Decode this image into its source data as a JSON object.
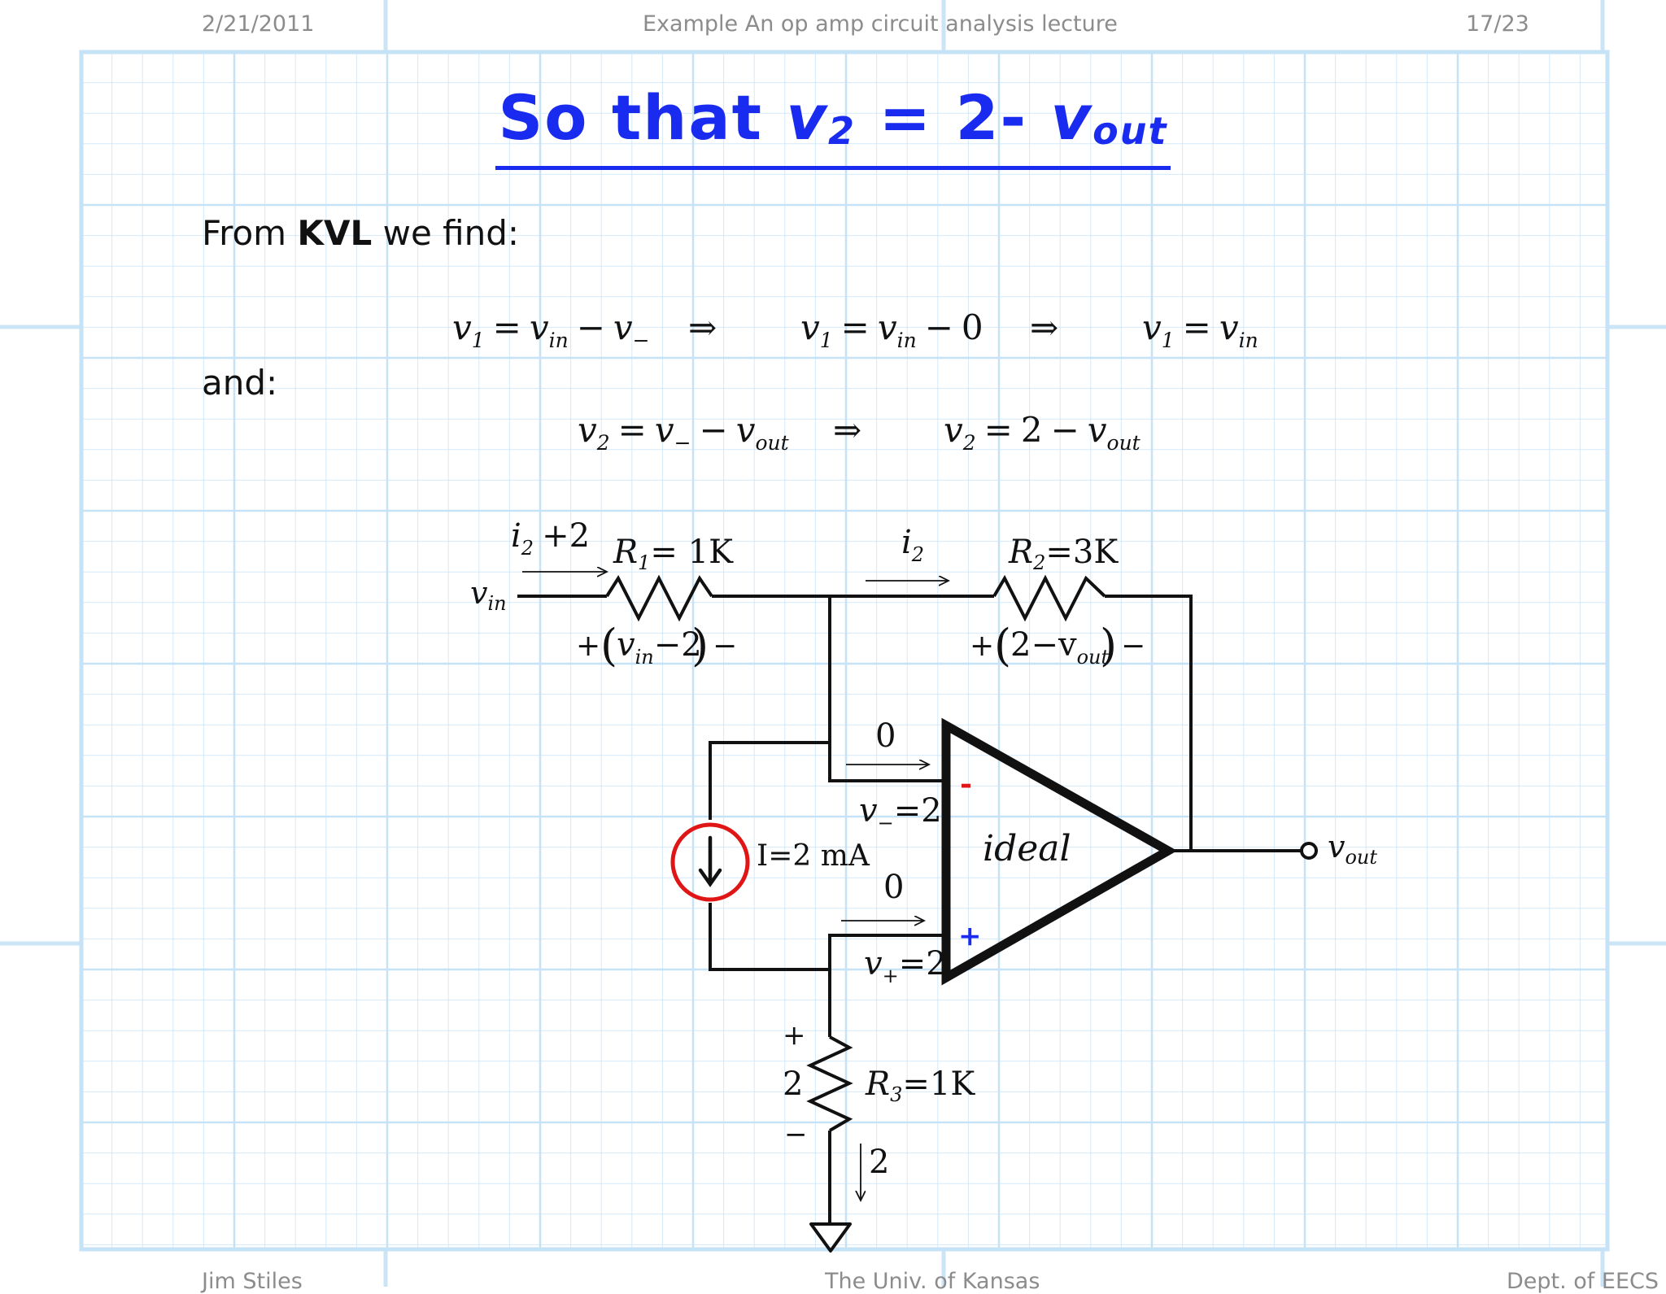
{
  "header": {
    "date": "2/21/2011",
    "lecture_title": "Example An op amp circuit analysis lecture",
    "page": "17/23"
  },
  "footer": {
    "author": "Jim Stiles",
    "university": "The Univ. of Kansas",
    "department": "Dept. of EECS"
  },
  "slide": {
    "title_prefix": "So that",
    "title_var": "v",
    "title_var_sub": "2",
    "title_eq": "= 2-",
    "title_out": "v",
    "title_out_sub": "out",
    "kvl_intro_pre": "From",
    "kvl_intro_bold": "KVL",
    "kvl_intro_post": "we find:",
    "and_label": "and:"
  },
  "circuit": {
    "vin_label": "v",
    "vin_sub": "in",
    "r1_label": "R",
    "r1_sub": "1",
    "r1_value": "= 1K",
    "r2_label": "R",
    "r2_sub": "2",
    "r2_value": "=3K",
    "r3_label": "R",
    "r3_sub": "3",
    "r3_value": "=1K",
    "i_left_label": "i",
    "i_left_sub": "2",
    "i_left_suffix": "+2",
    "i_right_label": "i",
    "i_right_sub": "2",
    "v_r1_plus": "+",
    "v_r1_minus": "−",
    "v_r1_text": "v",
    "v_r1_sub": "in",
    "v_r1_tail": "−2",
    "v_r2_plus": "+",
    "v_r2_minus": "−",
    "v_r2_text": "2−v",
    "v_r2_sub": "out",
    "i_minus_input": "0",
    "i_plus_input": "0",
    "v_minus_label": "v",
    "v_minus_sub": "−",
    "v_minus_value": "=2",
    "v_plus_label": "v",
    "v_plus_sub": "+",
    "v_plus_value": "=2",
    "current_source_label": "I=2 mA",
    "opamp_label": "ideal",
    "opamp_minus": "-",
    "opamp_plus": "+",
    "vout_label": "v",
    "vout_sub": "out",
    "r3_plus": "+",
    "r3_voltage": "2",
    "r3_minus": "−",
    "r3_current": "2",
    "colors": {
      "current_source": "#e01515",
      "opamp_minus": "#e01515",
      "opamp_plus": "#1a2bf0",
      "title": "#1a2bf0",
      "grid": "#c6e2f6"
    }
  }
}
